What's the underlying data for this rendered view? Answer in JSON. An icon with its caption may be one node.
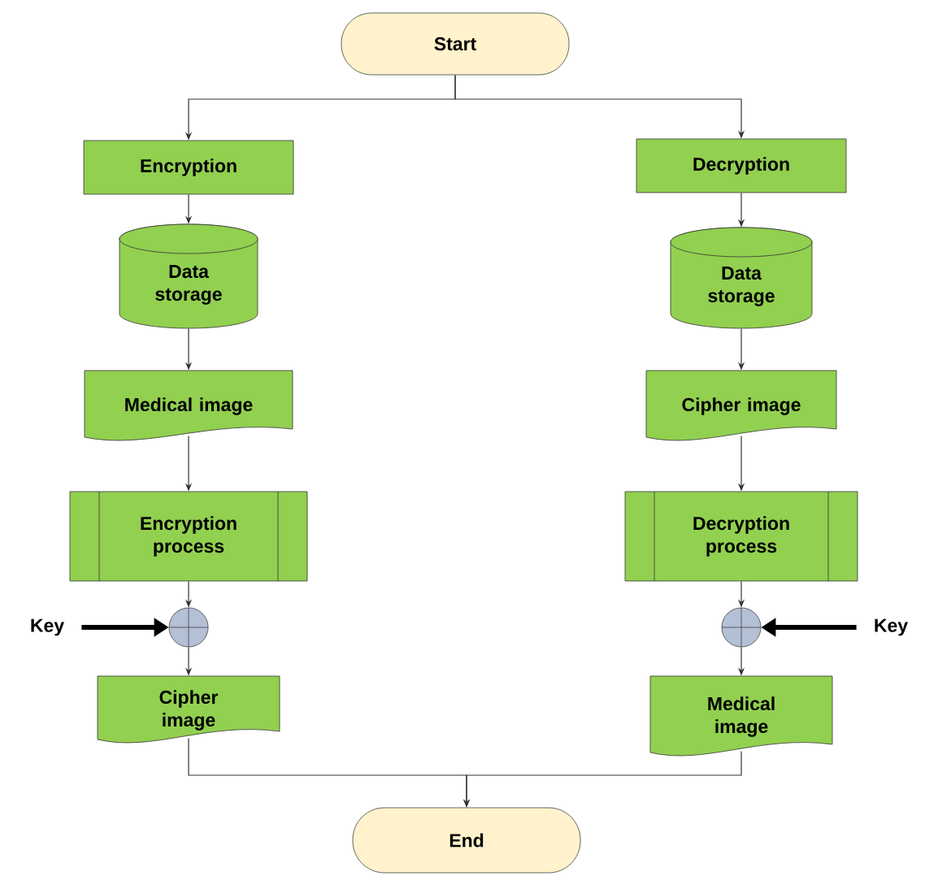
{
  "diagram": {
    "nodes": [
      {
        "text": [
          "Start"
        ]
      },
      {
        "text": [
          "Encryption"
        ]
      },
      {
        "text": [
          "Data storage"
        ]
      },
      {
        "text": [
          "Medical image"
        ]
      },
      {
        "text": [
          "Encryption process"
        ]
      },
      {
        "text": [],
        "shape": "circle"
      },
      {
        "text": [
          "Key"
        ]
      },
      {
        "text": [
          "Cipher image"
        ]
      },
      {
        "text": [
          "Decryption"
        ]
      },
      {
        "text": [
          "Data storage"
        ]
      },
      {
        "text": [
          "Cipher image"
        ]
      },
      {
        "text": [
          "Decryption process"
        ]
      },
      {
        "text": [],
        "shape": "circle"
      },
      {
        "text": [
          "Key"
        ]
      },
      {
        "text": [
          "Medical image"
        ]
      },
      {
        "text": [
          "End"
        ]
      }
    ],
    "edges": [
      {
        "from": 0,
        "to": 1,
        "arrow": "to"
      },
      {
        "from": 0,
        "to": 8,
        "arrow": "to"
      },
      {
        "from": 1,
        "to": 2,
        "arrow": "to"
      },
      {
        "from": 2,
        "to": 3,
        "arrow": "to"
      },
      {
        "from": 3,
        "to": 4,
        "arrow": "to"
      },
      {
        "from": 4,
        "to": 5,
        "arrow": "to"
      },
      {
        "from": 6,
        "to": 5,
        "arrow": "to",
        "style": "thick"
      },
      {
        "from": 5,
        "to": 7,
        "arrow": "to"
      },
      {
        "from": 8,
        "to": 9,
        "arrow": "to"
      },
      {
        "from": 9,
        "to": 10,
        "arrow": "to"
      },
      {
        "from": 10,
        "to": 11,
        "arrow": "to"
      },
      {
        "from": 11,
        "to": 12,
        "arrow": "to"
      },
      {
        "from": 13,
        "to": 12,
        "arrow": "to",
        "style": "thick"
      },
      {
        "from": 12,
        "to": 14,
        "arrow": "to"
      },
      {
        "from": 7,
        "to": 15,
        "arrow": "to"
      },
      {
        "from": 14,
        "to": 15,
        "arrow": "to"
      }
    ]
  }
}
